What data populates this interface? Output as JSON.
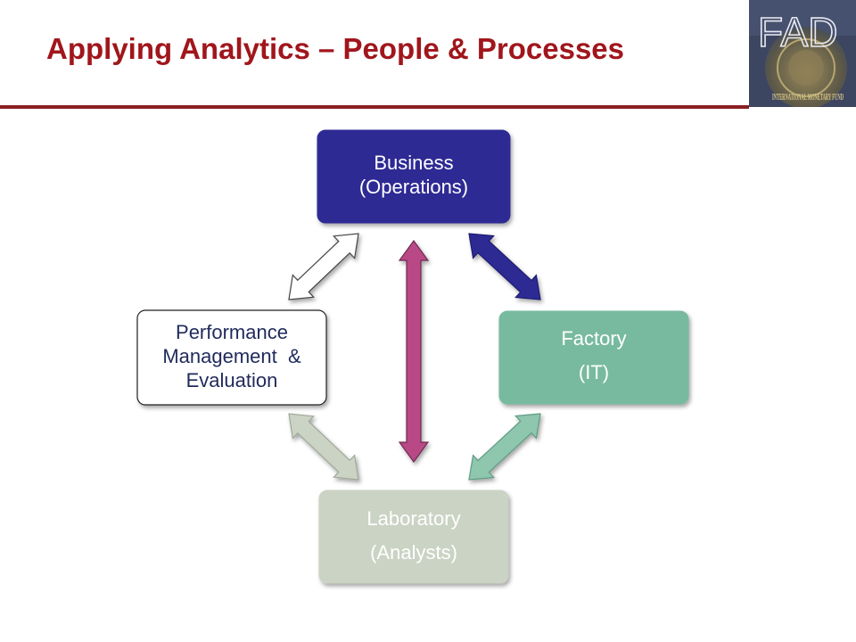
{
  "header": {
    "title": "Applying Analytics – People & Processes",
    "title_color": "#A0161C",
    "rule_color": "#8B1E22"
  },
  "logo": {
    "text": "FAD",
    "seal_text": "INTERNATIONAL MONETARY FUND",
    "icon": "imf-seal-icon"
  },
  "diagram": {
    "boxes": {
      "business": {
        "lines": [
          "Business",
          "(Operations)"
        ],
        "fill": "#2E2C94",
        "text_color": "#FFFFFF"
      },
      "factory": {
        "lines": [
          "Factory",
          "(IT)"
        ],
        "fill": "#78BAA0",
        "text_color": "#FFFFFF"
      },
      "laboratory": {
        "lines": [
          "Laboratory",
          "(Analysts)"
        ],
        "fill": "#CBD3C4",
        "text_color": "#FFFFFF"
      },
      "performance": {
        "lines": [
          "Performance",
          "Management  &",
          "Evaluation"
        ],
        "fill": "#FFFFFF",
        "text_color": "#1F2A5C"
      }
    },
    "arrows": {
      "business_factory": "#2E2C94",
      "factory_laboratory": "#8FC6AE",
      "laboratory_performance": "#CBD3C4",
      "performance_business": "#FFFFFF",
      "business_laboratory": "#B84A86"
    }
  }
}
